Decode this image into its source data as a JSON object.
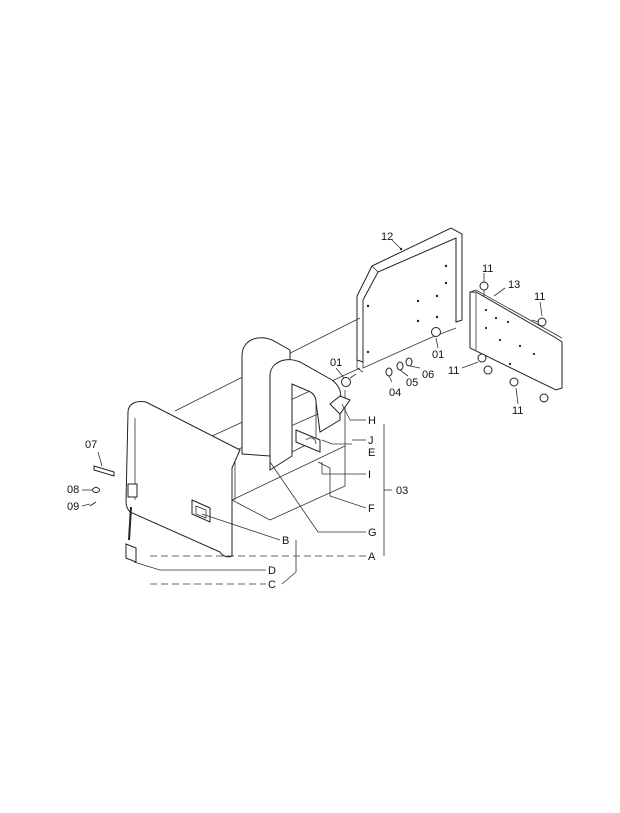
{
  "diagram": {
    "callouts": {
      "c12": "12",
      "c13": "13",
      "c11a": "11",
      "c11b": "11",
      "c11c": "11",
      "c11d": "11",
      "c01a": "01",
      "c01b": "01",
      "c04": "04",
      "c05": "05",
      "c06": "06",
      "c07": "07",
      "c08": "08",
      "c09": "09",
      "c03": "03",
      "H": "H",
      "J": "J",
      "E": "E",
      "I": "I",
      "F": "F",
      "G": "G",
      "A": "A",
      "B": "B",
      "D": "D",
      "C": "C"
    }
  }
}
